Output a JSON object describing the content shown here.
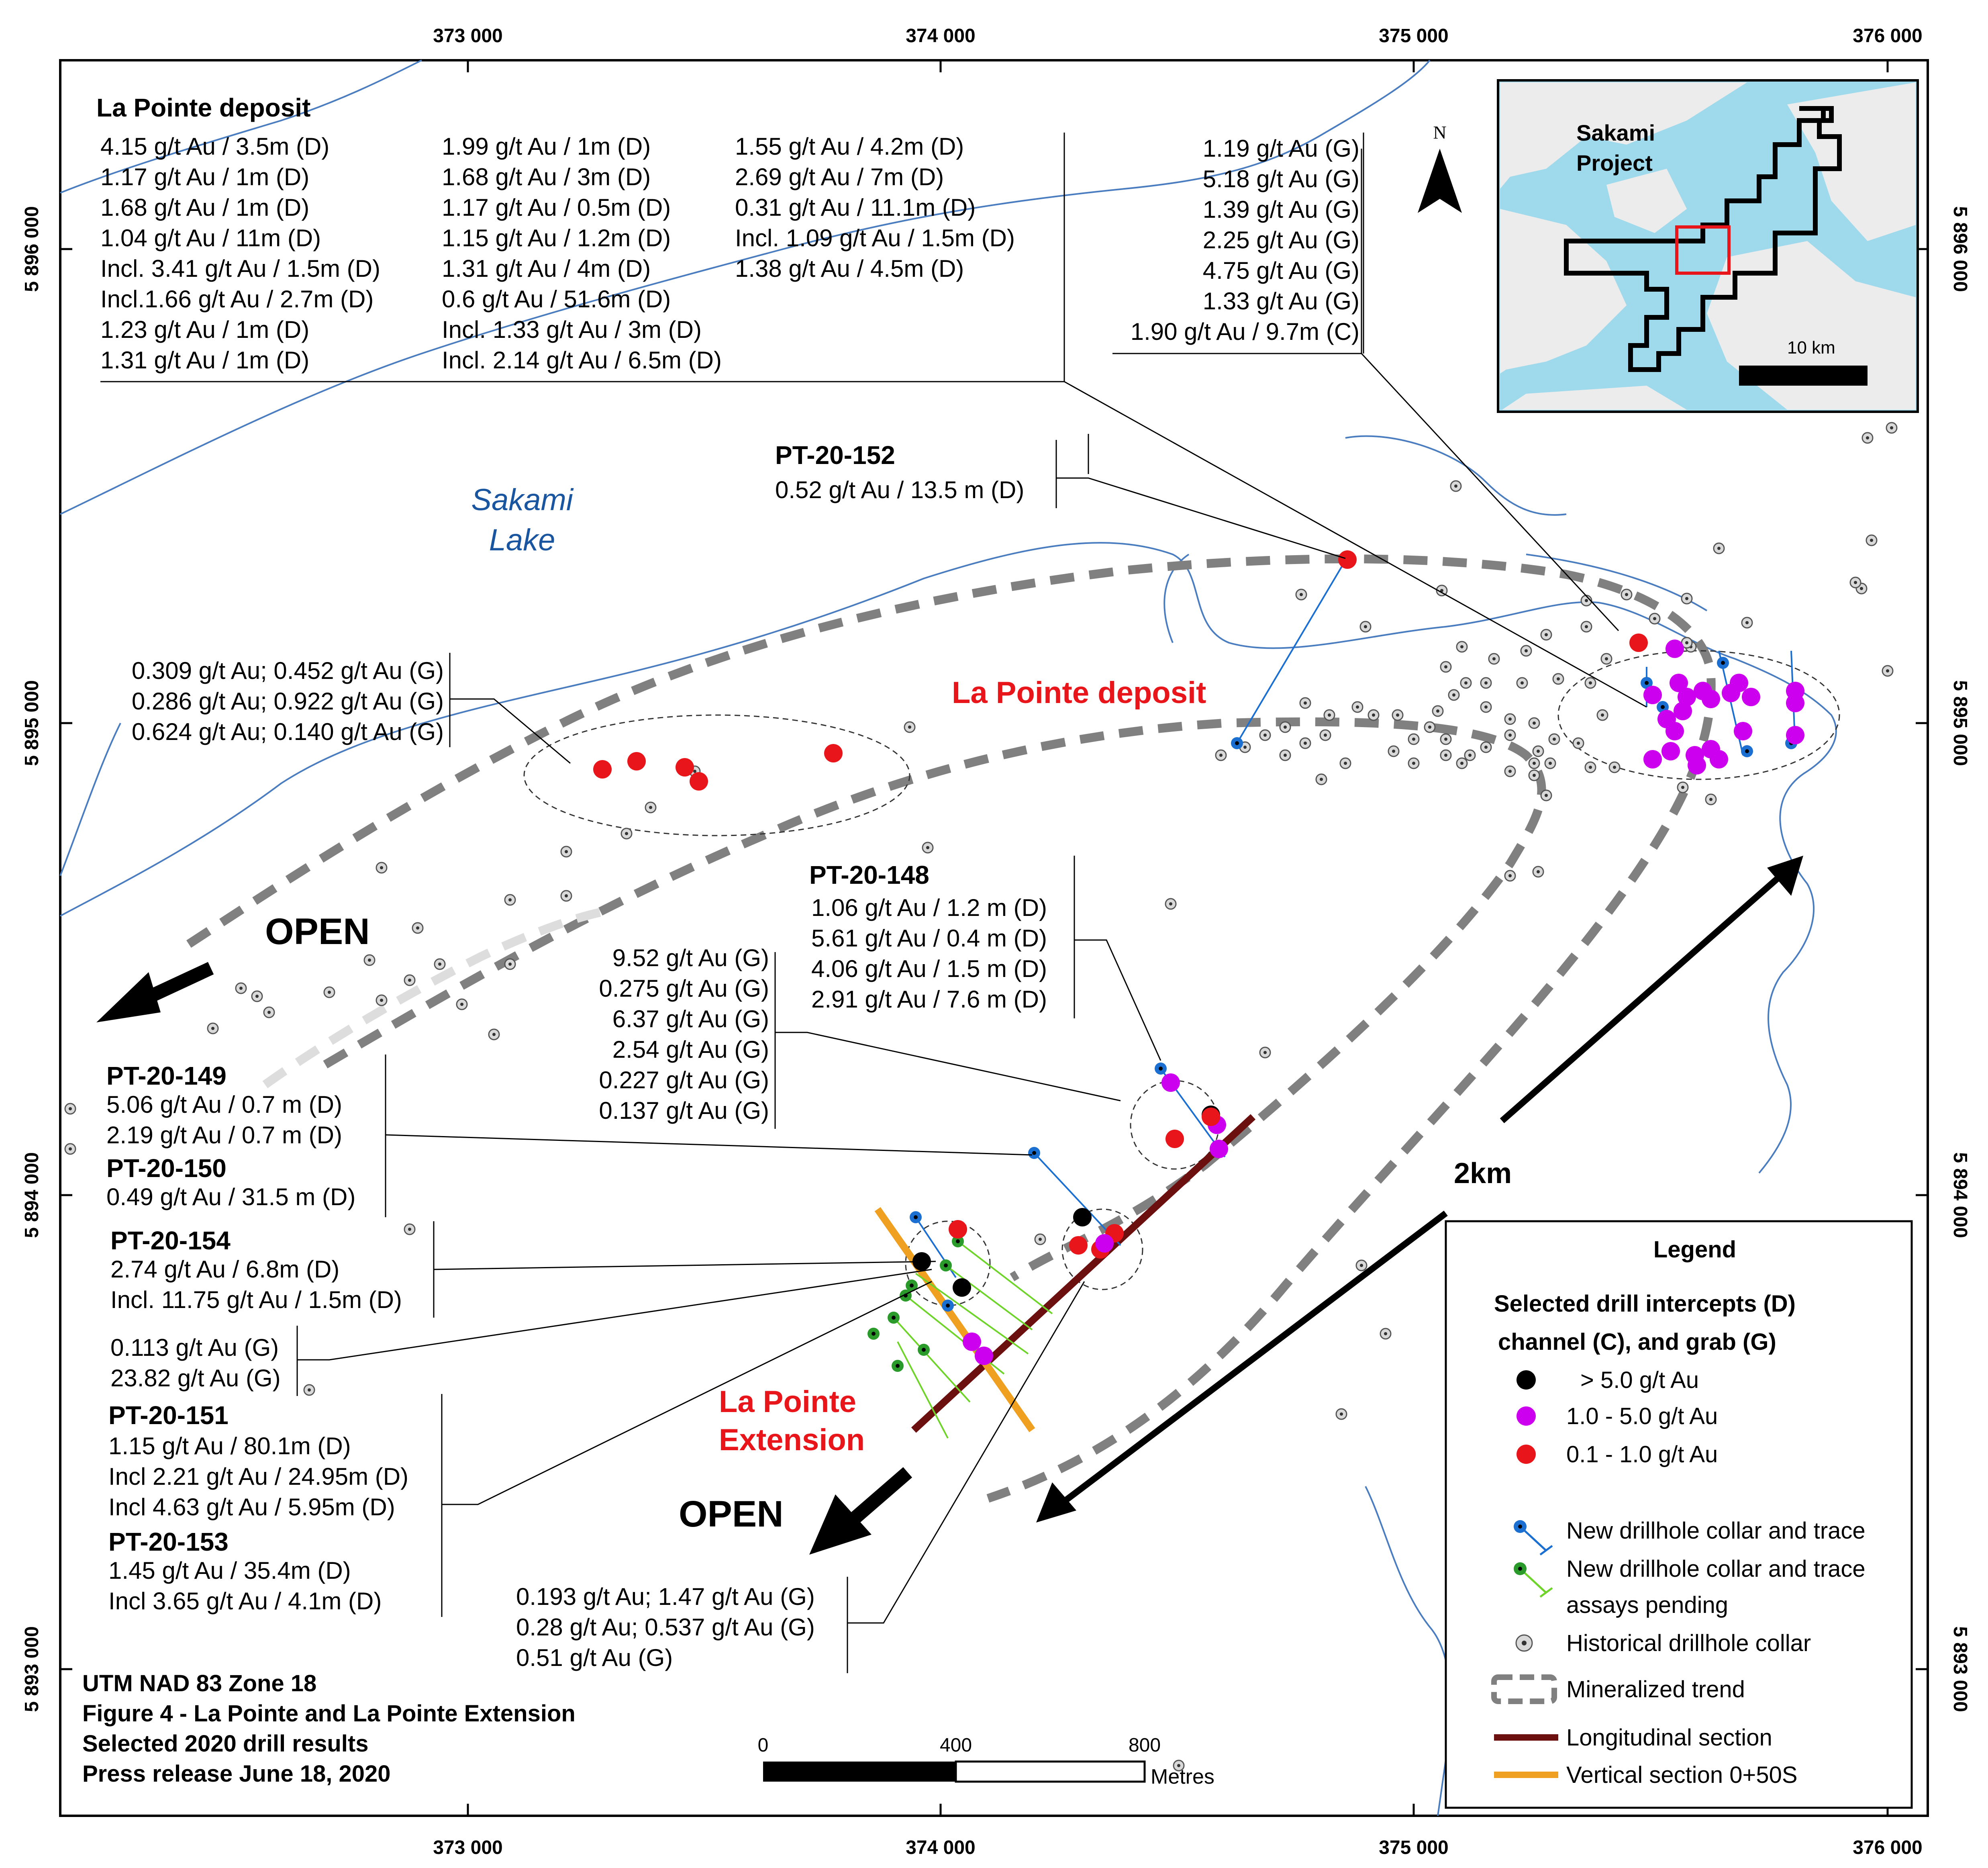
{
  "map": {
    "x_ticks": [
      "373 000",
      "374 000",
      "375 000",
      "376 000"
    ],
    "y_ticks": [
      "5 896 000",
      "5 895 000",
      "5 894 000",
      "5 893 000"
    ],
    "lake_name": [
      "Sakami",
      "Lake"
    ],
    "deposit_label": "La Pointe deposit",
    "extension_label": [
      "La Pointe",
      "Extension"
    ],
    "open_label": "OPEN",
    "distance_label": "2km"
  },
  "deposit_box": {
    "title": "La Pointe deposit",
    "col1": [
      "4.15 g/t Au / 3.5m (D)",
      "1.17 g/t Au / 1m (D)",
      "1.68 g/t Au / 1m (D)",
      "1.04 g/t Au / 11m (D)",
      "Incl. 3.41 g/t Au / 1.5m (D)",
      "Incl.1.66 g/t Au / 2.7m (D)",
      "1.23 g/t Au / 1m (D)",
      "1.31 g/t Au / 1m (D)"
    ],
    "col2": [
      "1.99 g/t Au / 1m (D)",
      "1.68 g/t Au / 3m (D)",
      "1.17 g/t Au / 0.5m (D)",
      "1.15 g/t Au / 1.2m (D)",
      "1.31 g/t Au / 4m (D)",
      "0.6 g/t Au / 51.6m (D)",
      "Incl. 1.33 g/t Au / 3m (D)",
      "Incl. 2.14 g/t Au / 6.5m (D)"
    ],
    "col3": [
      "1.55 g/t Au / 4.2m (D)",
      "2.69 g/t Au / 7m (D)",
      "0.31 g/t Au / 11.1m (D)",
      "Incl. 1.09 g/t Au / 1.5m (D)",
      "1.38 g/t Au / 4.5m (D)"
    ]
  },
  "east_grab": [
    "1.19 g/t Au (G)",
    "5.18 g/t Au (G)",
    "1.39 g/t Au (G)",
    "2.25 g/t Au (G)",
    "4.75 g/t Au (G)",
    "1.33 g/t Au (G)",
    "1.90 g/t Au / 9.7m (C)"
  ],
  "pt152": {
    "title": "PT-20-152",
    "lines": [
      "0.52 g/t Au / 13.5 m (D)"
    ]
  },
  "west_grab": [
    "0.309 g/t Au; 0.452 g/t Au (G)",
    "0.286 g/t Au; 0.922 g/t Au (G)",
    "0.624 g/t Au; 0.140 g/t Au (G)"
  ],
  "pt148": {
    "title": "PT-20-148",
    "lines": [
      "1.06 g/t Au / 1.2 m (D)",
      "5.61 g/t Au / 0.4 m (D)",
      "4.06 g/t Au / 1.5 m (D)",
      "2.91 g/t Au / 7.6 m (D)"
    ]
  },
  "mid_grab": [
    "9.52 g/t Au (G)",
    "0.275 g/t Au (G)",
    "6.37 g/t Au (G)",
    "2.54 g/t Au (G)",
    "0.227 g/t Au (G)",
    "0.137 g/t Au (G)"
  ],
  "pt149": {
    "title": "PT-20-149",
    "lines": [
      "5.06 g/t Au / 0.7 m (D)",
      "2.19 g/t Au / 0.7 m (D)"
    ]
  },
  "pt150": {
    "title": "PT-20-150",
    "lines": [
      "0.49 g/t Au / 31.5 m (D)"
    ]
  },
  "pt154": {
    "title": "PT-20-154",
    "lines": [
      "2.74 g/t Au / 6.8m (D)",
      "Incl. 11.75 g/t Au / 1.5m (D)"
    ]
  },
  "sw_grab": [
    "0.113 g/t Au (G)",
    "23.82 g/t Au (G)"
  ],
  "pt151": {
    "title": "PT-20-151",
    "lines": [
      "1.15 g/t Au / 80.1m (D)",
      "Incl 2.21 g/t Au / 24.95m (D)",
      "Incl 4.63 g/t Au / 5.95m (D)"
    ]
  },
  "pt153": {
    "title": "PT-20-153",
    "lines": [
      "1.45 g/t Au / 35.4m (D)",
      "Incl 3.65 g/t Au / 4.1m (D)"
    ]
  },
  "south_grab": [
    "0.193 g/t Au; 1.47 g/t Au (G)",
    "0.28 g/t Au; 0.537 g/t Au (G)",
    "0.51 g/t Au (G)"
  ],
  "inset": {
    "title": [
      "Sakami",
      "Project"
    ],
    "scale_label": "10 km",
    "north": "N"
  },
  "legend": {
    "title": "Legend",
    "subtitle": [
      "Selected drill intercepts (D)",
      "channel (C), and grab (G)"
    ],
    "items": [
      "> 5.0 g/t Au",
      "1.0 - 5.0 g/t Au",
      "0.1 - 1.0 g/t Au",
      "New drillhole collar and trace",
      "New drillhole collar and trace",
      "assays pending",
      "Historical drillhole collar",
      "Mineralized trend",
      "Longitudinal section",
      "Vertical section 0+50S"
    ],
    "colors": {
      "black": "#000000",
      "magenta": "#cc00ee",
      "red": "#e8151b",
      "blue": "#1a6fd0",
      "green": "#2a9a2a",
      "trend": "#808080",
      "longitudinal": "#6b0f0f",
      "vertical": "#f0a020"
    }
  },
  "scalebar": {
    "labels": [
      "0",
      "400",
      "800"
    ],
    "unit": "Metres"
  },
  "footer": [
    "UTM NAD 83 Zone 18",
    "Figure 4 - La Pointe and La Pointe Extension",
    "Selected 2020 drill results",
    "Press release June 18, 2020"
  ]
}
